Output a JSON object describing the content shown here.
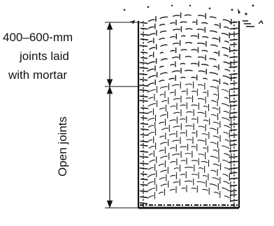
{
  "labels": {
    "mortar_zone": [
      "400–600-mm",
      "joints laid",
      "with mortar"
    ],
    "open_zone": "Open joints"
  },
  "colors": {
    "ink": "#111111",
    "brick": "#1a1a1a",
    "background": "#ffffff"
  }
}
